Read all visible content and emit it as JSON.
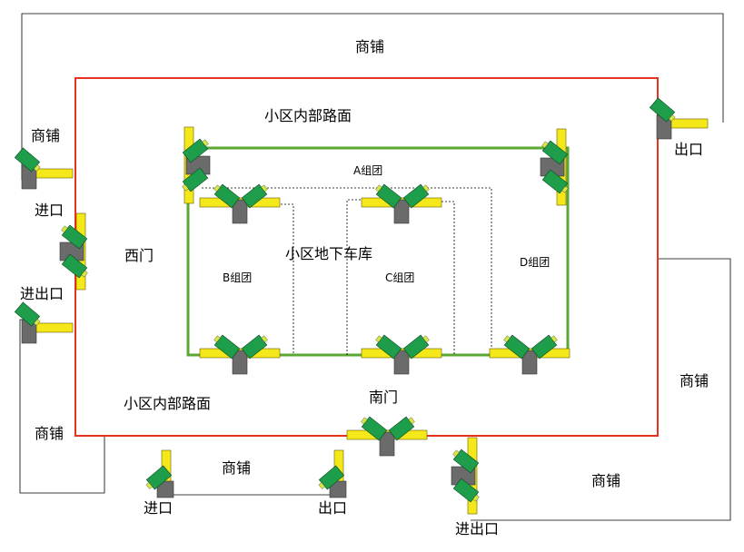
{
  "labels": {
    "shop_top": "商铺",
    "shop_left_upper": "商铺",
    "shop_left_lower": "商铺",
    "shop_bottom": "商铺",
    "shop_right": "商铺",
    "shop_bottom_right": "商铺",
    "internal_road_top": "小区内部路面",
    "internal_road_bottom": "小区内部路面",
    "underground_garage": "小区地下车库",
    "west_gate": "西门",
    "south_gate": "南门",
    "exit_top_right": "出口",
    "entrance_left": "进口",
    "entrance_exit_left": "进出口",
    "entrance_bottom": "进口",
    "exit_bottom": "出口",
    "entrance_exit_bottom": "进出口",
    "group_a": "A组团",
    "group_b": "B组团",
    "group_c": "C组团",
    "group_d": "D组团"
  },
  "colors": {
    "community_boundary": "#e8311f",
    "garage_boundary": "#5aa832",
    "barrier_arm": "#f5e81a",
    "camera": "#1e9e4a",
    "post": "#6b6b6b",
    "outline": "#000000"
  }
}
